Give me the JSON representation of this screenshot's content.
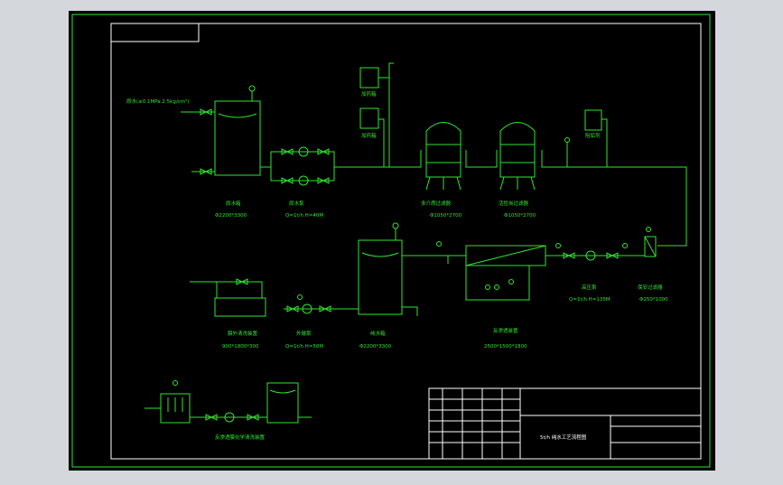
{
  "colors": {
    "background": "#000000",
    "linework": "#2ee62e",
    "border": "#ffffff",
    "window_bg": "#d4d7dc"
  },
  "labels": {
    "raw_water_source": "原水(≥0.1MPa 2.5kg/cm²)",
    "raw_tank": "原水箱",
    "raw_tank_spec": "Φ2200*3300",
    "raw_pump": "原水泵",
    "raw_pump_spec": "Q=1t/h H=40M",
    "dosing_tank_1": "加药箱",
    "dosing_tank_2": "加药箱",
    "multimedia_filter": "多介质过滤器",
    "multimedia_filter_spec": "Φ1050*2700",
    "carbon_filter": "活性炭过滤器",
    "carbon_filter_spec": "Φ1050*2700",
    "antiscalant_tank": "阻垢剂",
    "hp_pump": "高压泵",
    "hp_pump_spec": "Q=1t/h H=135M",
    "security_filter": "保安过滤器",
    "security_filter_spec": "Φ250*1000",
    "ro_unit": "反渗透装置",
    "ro_unit_spec": "2500*1500*1800",
    "pure_tank": "纯水箱",
    "pure_tank_spec": "Φ2200*3300",
    "outlet_pump": "外输泵",
    "outlet_pump_spec": "Q=1t/h H=50M",
    "membrane_clean": "膜外清洗装置",
    "membrane_clean_spec": "900*1800*300",
    "ro_cleaning": "反渗透膜化学清洗装置",
    "title_block": "5t/h 纯水工艺流程图"
  }
}
